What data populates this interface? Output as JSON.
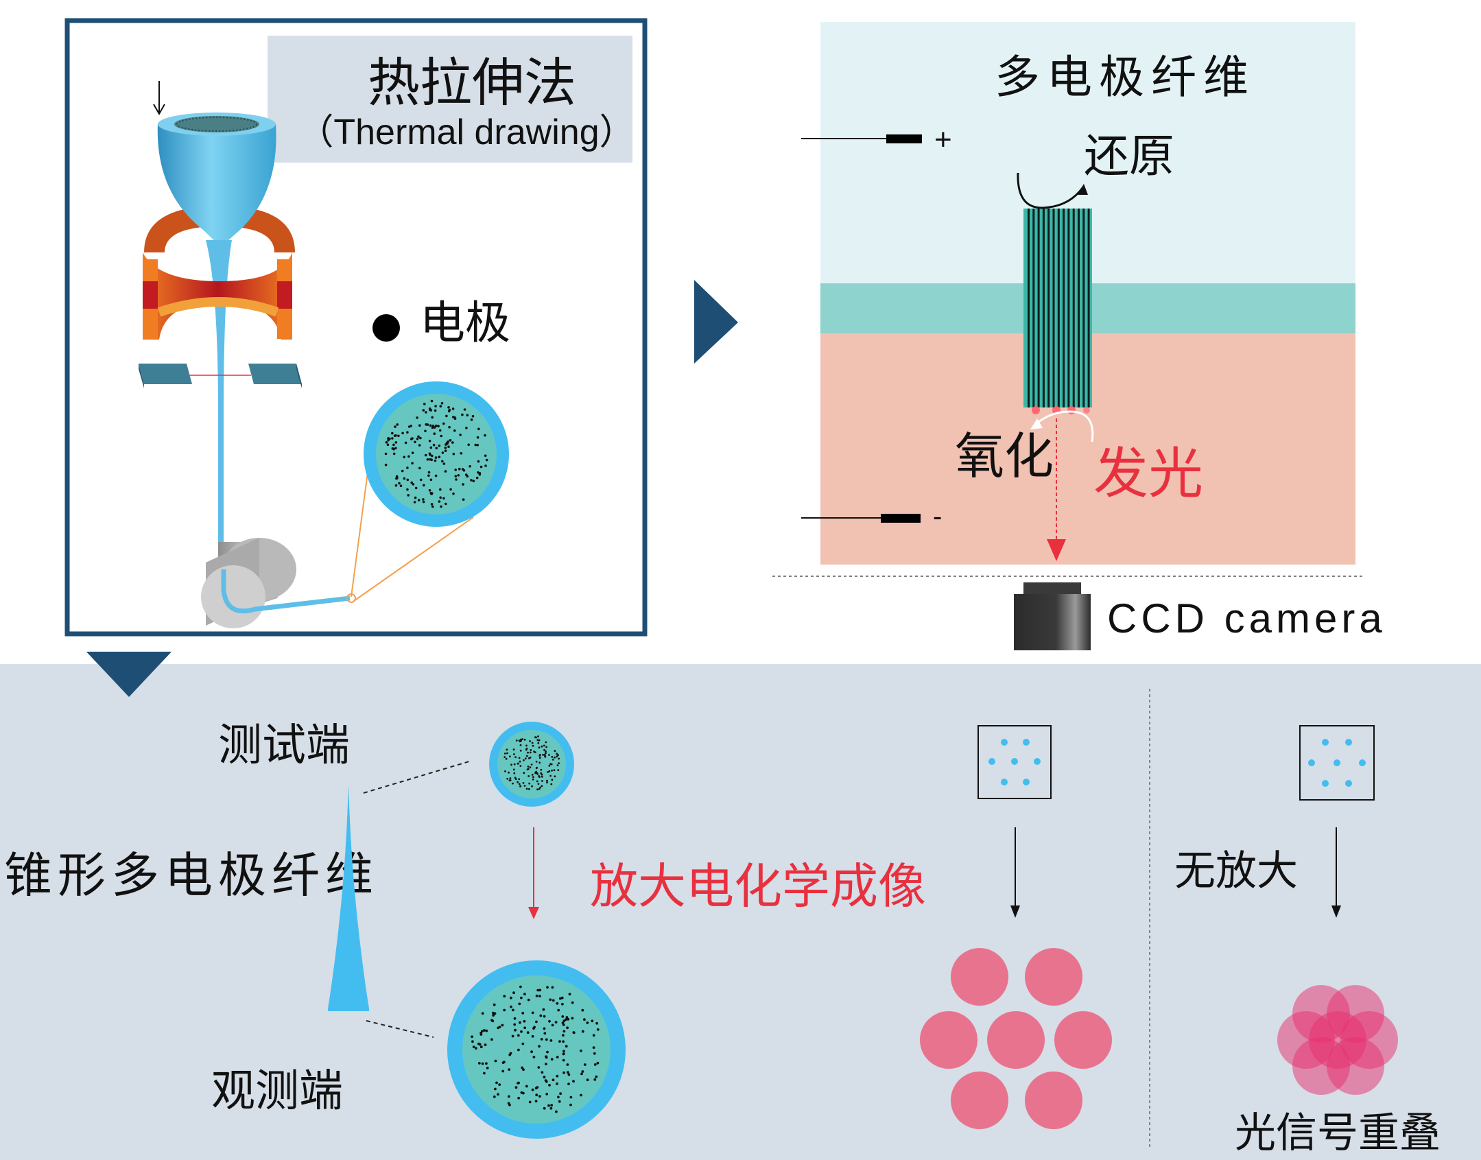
{
  "thermal_drawing": {
    "title_cn": "热拉伸法",
    "title_en": "（Thermal drawing）",
    "electrode_legend": "电极"
  },
  "electrochem": {
    "title": "多电极纤维",
    "reduction": "还原",
    "oxidation": "氧化",
    "emission": "发光",
    "plus": "+",
    "minus": "-",
    "camera": "CCD camera"
  },
  "bottom": {
    "test_end": "测试端",
    "tapered_fiber": "锥形多电极纤维",
    "observe_end": "观测端",
    "amplified_imaging": "放大电化学成像",
    "no_amplification": "无放大",
    "signal_overlap": "光信号重叠"
  },
  "colors": {
    "frame_blue": "#1e4e74",
    "fiber_blue": "#43bdf0",
    "fiber_core": "#66c7c0",
    "solution_top": "#e3f3f5",
    "solution_mid": "#8ed3ce",
    "solution_bottom": "#f1c1b1",
    "emission_red": "#e8303e",
    "spot_pink": "#e8738f",
    "bottom_panel": "#d6dee7"
  }
}
